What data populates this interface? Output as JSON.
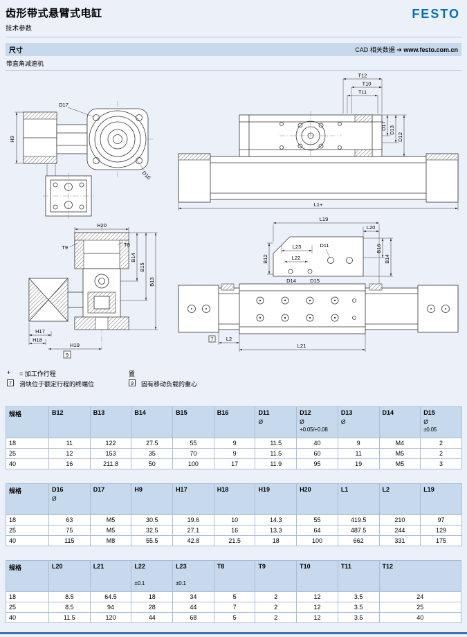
{
  "page": {
    "title": "齿形带式悬臂式电缸",
    "subtitle": "技术参数",
    "logo": "FESTO"
  },
  "section": {
    "title": "尺寸",
    "cad_label": "CAD 相关数据",
    "cad_arrow": "➔",
    "cad_url": "www.festo.com.cn",
    "variant": "带直角减速机"
  },
  "drawing": {
    "v1": {
      "d17": "D17",
      "h9": "H9",
      "d16": "D16"
    },
    "v2": {
      "t12": "T12",
      "t10": "T10",
      "t11": "T11",
      "d17": "D17",
      "d13": "D13",
      "d12": "D12",
      "l1": "L1+"
    },
    "v3": {
      "h20": "H20",
      "t9": "T9",
      "t8": "T8",
      "b14": "B14",
      "b15": "B15",
      "b13": "B13",
      "h17": "H17",
      "h18": "H18",
      "h19": "H19",
      "note9": "9"
    },
    "v4": {
      "l19": "L19",
      "l20": "L20",
      "b16": "B16",
      "b14": "B14",
      "l23": "L23",
      "l22": "L22",
      "d11": "D11",
      "b12": "B12",
      "d14": "D14",
      "d15": "D15",
      "l2": "L2",
      "l21": "L21",
      "note7": "7"
    }
  },
  "legend": {
    "plus": "+",
    "plus_text": "= 加工作行程",
    "wrap_text": "置",
    "note7_key": "7",
    "note7_text": "滑块位于额定行程的终端位",
    "note9_key": "9",
    "note9_text": "固有移动负载的重心"
  },
  "tables": [
    {
      "size_header": "规格",
      "columns": [
        {
          "name": "B12"
        },
        {
          "name": "B13"
        },
        {
          "name": "B14"
        },
        {
          "name": "B15"
        },
        {
          "name": "B16"
        },
        {
          "name": "D11",
          "sub": "Ø"
        },
        {
          "name": "D12",
          "sub": "Ø",
          "tol": "+0.05/+0.08"
        },
        {
          "name": "D13",
          "sub": "Ø"
        },
        {
          "name": "D14"
        },
        {
          "name": "D15",
          "sub": "Ø",
          "tol": "±0.05"
        }
      ],
      "rows": [
        {
          "size": "18",
          "values": [
            "11",
            "122",
            "27.5",
            "55",
            "9",
            "11.5",
            "40",
            "9",
            "M4",
            "2"
          ]
        },
        {
          "size": "25",
          "values": [
            "12",
            "153",
            "35",
            "70",
            "9",
            "11.5",
            "60",
            "11",
            "M5",
            "2"
          ]
        },
        {
          "size": "40",
          "values": [
            "16",
            "211.8",
            "50",
            "100",
            "17",
            "11.9",
            "95",
            "19",
            "M5",
            "3"
          ]
        }
      ]
    },
    {
      "size_header": "规格",
      "columns": [
        {
          "name": "D16",
          "sub": "Ø"
        },
        {
          "name": "D17"
        },
        {
          "name": "H9"
        },
        {
          "name": "H17"
        },
        {
          "name": "H18"
        },
        {
          "name": "H19"
        },
        {
          "name": "H20"
        },
        {
          "name": "L1"
        },
        {
          "name": "L2"
        },
        {
          "name": "L19"
        }
      ],
      "rows": [
        {
          "size": "18",
          "values": [
            "63",
            "M5",
            "30.5",
            "19.6",
            "10",
            "14.3",
            "55",
            "419.5",
            "210",
            "97"
          ]
        },
        {
          "size": "25",
          "values": [
            "75",
            "M5",
            "32.5",
            "27.1",
            "16",
            "13.3",
            "64",
            "487.5",
            "244",
            "129"
          ]
        },
        {
          "size": "40",
          "values": [
            "115",
            "M8",
            "55.5",
            "42.8",
            "21.5",
            "18",
            "100",
            "662",
            "331",
            "175"
          ]
        }
      ]
    },
    {
      "size_header": "规格",
      "columns": [
        {
          "name": "L20"
        },
        {
          "name": "L21"
        },
        {
          "name": "L22",
          "tol": "±0.1"
        },
        {
          "name": "L23",
          "tol": "±0.1"
        },
        {
          "name": "T8"
        },
        {
          "name": "T9"
        },
        {
          "name": "T10"
        },
        {
          "name": "T11"
        },
        {
          "name": "T12"
        }
      ],
      "rows": [
        {
          "size": "18",
          "values": [
            "8.5",
            "64.5",
            "18",
            "34",
            "5",
            "2",
            "12",
            "3.5",
            "24"
          ]
        },
        {
          "size": "25",
          "values": [
            "8.5",
            "94",
            "28",
            "44",
            "7",
            "2",
            "12",
            "3.5",
            "25"
          ]
        },
        {
          "size": "40",
          "values": [
            "11.5",
            "120",
            "44",
            "68",
            "5",
            "2",
            "12",
            "3.5",
            "40"
          ]
        }
      ]
    }
  ]
}
